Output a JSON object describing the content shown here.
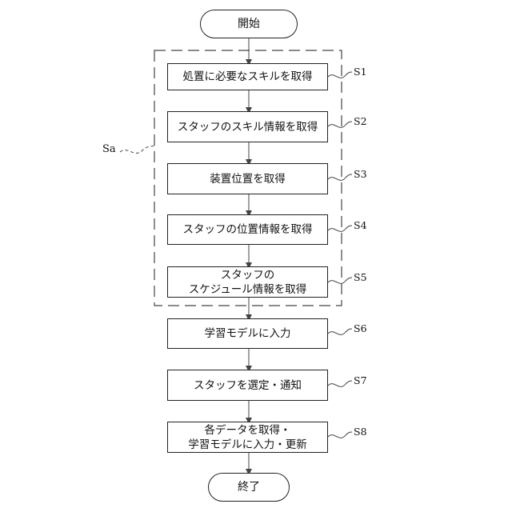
{
  "start": {
    "label": "開始"
  },
  "end": {
    "label": "終了"
  },
  "group": {
    "label": "Sa"
  },
  "steps": [
    {
      "id": "S1",
      "label": "処置に必要なスキルを取得"
    },
    {
      "id": "S2",
      "label": "スタッフのスキル情報を取得"
    },
    {
      "id": "S3",
      "label": "装置位置を取得"
    },
    {
      "id": "S4",
      "label": "スタッフの位置情報を取得"
    },
    {
      "id": "S5",
      "label": "スタッフの\nスケジュール情報を取得"
    },
    {
      "id": "S6",
      "label": "学習モデルに入力"
    },
    {
      "id": "S7",
      "label": "スタッフを選定・通知"
    },
    {
      "id": "S8",
      "label": "各データを取得・\n学習モデルに入力・更新"
    }
  ]
}
